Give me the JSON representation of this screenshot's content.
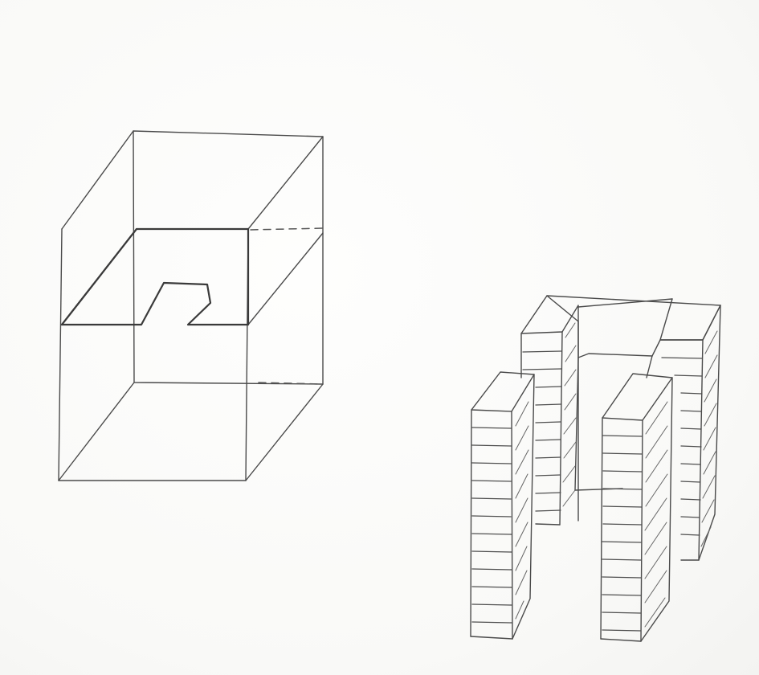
{
  "page": {
    "background": "#fbfbf9",
    "ink": "#4a4a4a"
  },
  "drawings": [
    {
      "name": "wireframe-cube-with-slab",
      "icon": "pencil-sketch-cube"
    },
    {
      "name": "stacked-block-towers",
      "icon": "pencil-sketch-towers"
    }
  ]
}
